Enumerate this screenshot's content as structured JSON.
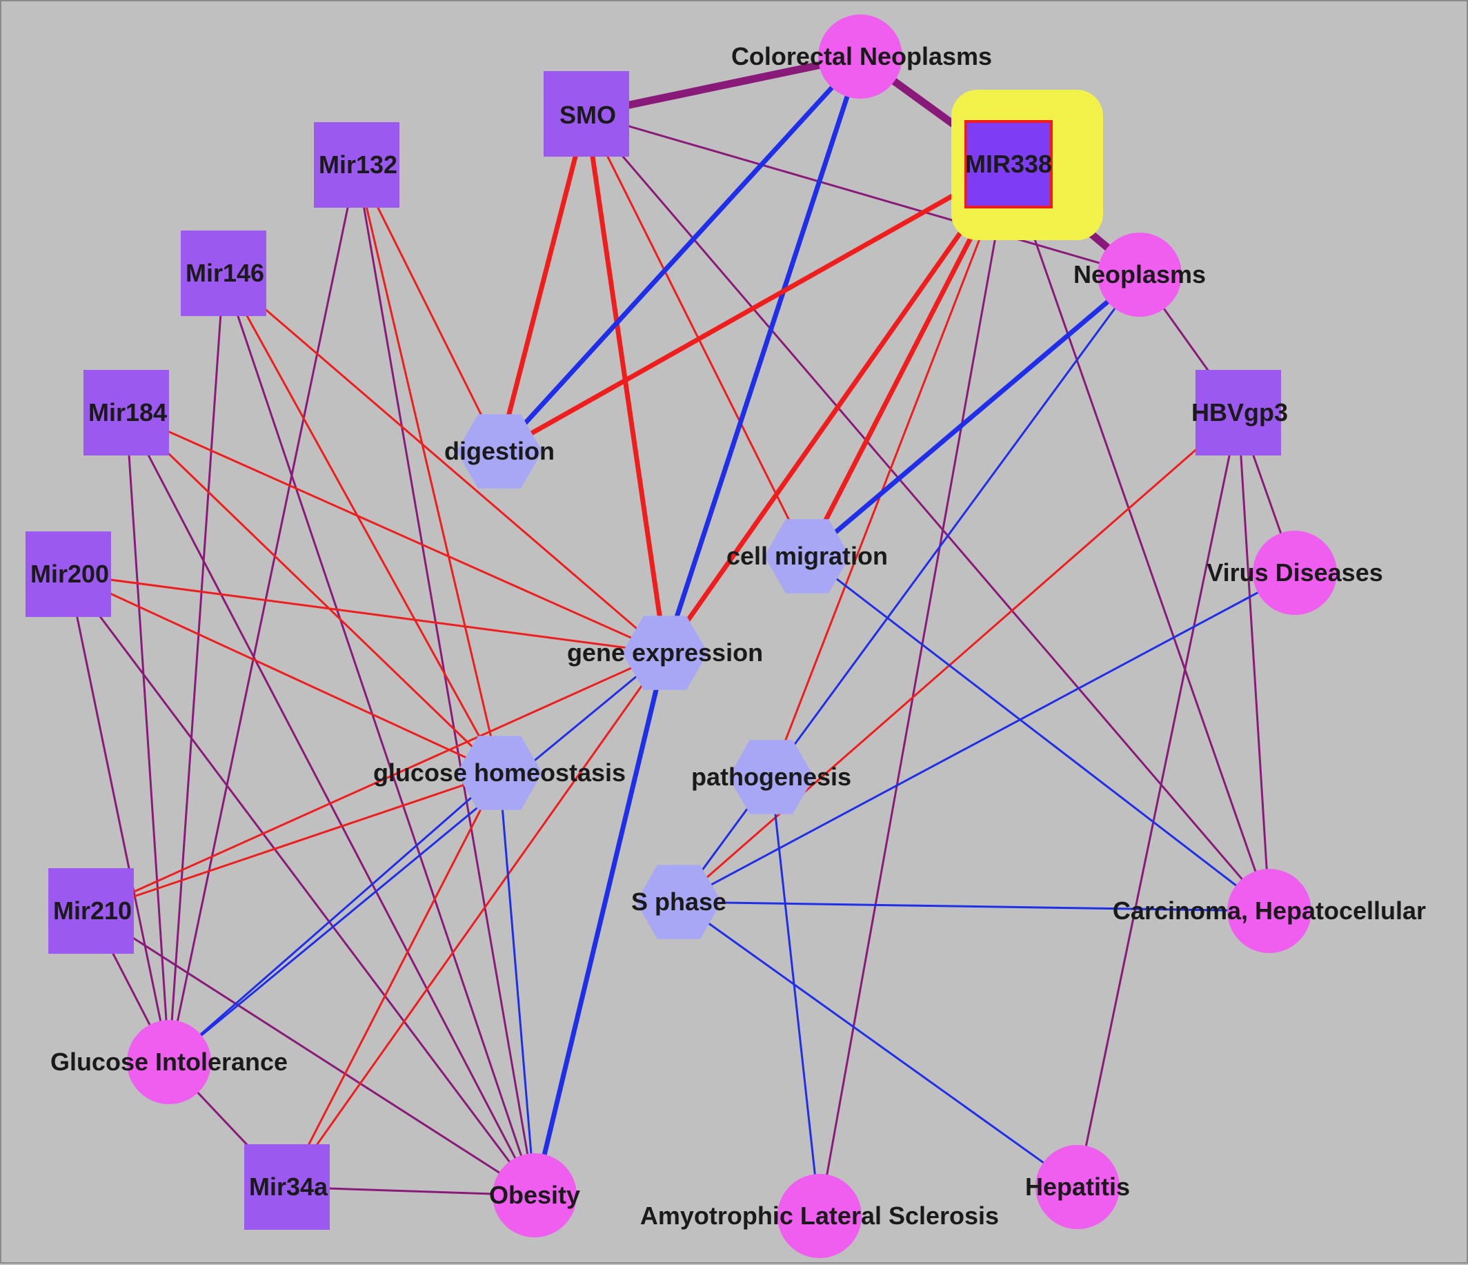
{
  "colors": {
    "background": "#c0c0c0",
    "gene_node": "#9b59f0",
    "disease_node": "#f05ef0",
    "process_node": "#a7a7f5",
    "highlight": "#f2f24a",
    "edge_red": "#f01d1d",
    "edge_blue": "#1f2ee8",
    "edge_purple": "#8a1a7a"
  },
  "nodes": [
    {
      "id": "SMO",
      "label": "SMO",
      "type": "gene"
    },
    {
      "id": "MIR338",
      "label": "MIR338",
      "type": "gene",
      "selected": true
    },
    {
      "id": "Mir132",
      "label": "Mir132",
      "type": "gene"
    },
    {
      "id": "Mir146",
      "label": "Mir146",
      "type": "gene"
    },
    {
      "id": "Mir184",
      "label": "Mir184",
      "type": "gene"
    },
    {
      "id": "Mir200",
      "label": "Mir200",
      "type": "gene"
    },
    {
      "id": "Mir210",
      "label": "Mir210",
      "type": "gene"
    },
    {
      "id": "Mir34a",
      "label": "Mir34a",
      "type": "gene"
    },
    {
      "id": "HBVgp3",
      "label": "HBVgp3",
      "type": "gene"
    },
    {
      "id": "ColorectalNeoplasms",
      "label": "Colorectal Neoplasms",
      "type": "disease"
    },
    {
      "id": "Neoplasms",
      "label": "Neoplasms",
      "type": "disease"
    },
    {
      "id": "VirusDiseases",
      "label": "Virus Diseases",
      "type": "disease"
    },
    {
      "id": "CarcinomaHepatocellular",
      "label": "Carcinoma, Hepatocellular",
      "type": "disease"
    },
    {
      "id": "Hepatitis",
      "label": "Hepatitis",
      "type": "disease"
    },
    {
      "id": "ALS",
      "label": "Amyotrophic Lateral Sclerosis",
      "type": "disease"
    },
    {
      "id": "Obesity",
      "label": "Obesity",
      "type": "disease"
    },
    {
      "id": "GlucoseIntolerance",
      "label": "Glucose Intolerance",
      "type": "disease"
    },
    {
      "id": "digestion",
      "label": "digestion",
      "type": "process"
    },
    {
      "id": "cellmigration",
      "label": "cell migration",
      "type": "process"
    },
    {
      "id": "geneexpression",
      "label": "gene expression",
      "type": "process"
    },
    {
      "id": "glucosehomeostasis",
      "label": "glucose homeostasis",
      "type": "process"
    },
    {
      "id": "pathogenesis",
      "label": "pathogenesis",
      "type": "process"
    },
    {
      "id": "Sphase",
      "label": "S phase",
      "type": "process"
    }
  ],
  "edges": [
    {
      "from": "SMO",
      "to": "ColorectalNeoplasms",
      "color": "purple",
      "weight": "heavy"
    },
    {
      "from": "ColorectalNeoplasms",
      "to": "MIR338",
      "color": "purple",
      "weight": "heavy"
    },
    {
      "from": "MIR338",
      "to": "Neoplasms",
      "color": "purple",
      "weight": "heavy"
    },
    {
      "from": "SMO",
      "to": "Neoplasms",
      "color": "purple",
      "weight": "thin"
    },
    {
      "from": "SMO",
      "to": "digestion",
      "color": "red",
      "weight": "medium"
    },
    {
      "from": "SMO",
      "to": "geneexpression",
      "color": "red",
      "weight": "medium"
    },
    {
      "from": "SMO",
      "to": "cellmigration",
      "color": "red",
      "weight": "thin"
    },
    {
      "from": "SMO",
      "to": "CarcinomaHepatocellular",
      "color": "purple",
      "weight": "thin"
    },
    {
      "from": "ColorectalNeoplasms",
      "to": "digestion",
      "color": "blue",
      "weight": "medium"
    },
    {
      "from": "ColorectalNeoplasms",
      "to": "geneexpression",
      "color": "blue",
      "weight": "medium"
    },
    {
      "from": "MIR338",
      "to": "digestion",
      "color": "red",
      "weight": "medium"
    },
    {
      "from": "MIR338",
      "to": "geneexpression",
      "color": "red",
      "weight": "medium"
    },
    {
      "from": "MIR338",
      "to": "cellmigration",
      "color": "red",
      "weight": "medium"
    },
    {
      "from": "MIR338",
      "to": "pathogenesis",
      "color": "red",
      "weight": "thin"
    },
    {
      "from": "MIR338",
      "to": "ALS",
      "color": "purple",
      "weight": "thin"
    },
    {
      "from": "MIR338",
      "to": "CarcinomaHepatocellular",
      "color": "purple",
      "weight": "thin"
    },
    {
      "from": "Neoplasms",
      "to": "cellmigration",
      "color": "blue",
      "weight": "medium"
    },
    {
      "from": "Neoplasms",
      "to": "Sphase",
      "color": "blue",
      "weight": "thin"
    },
    {
      "from": "Neoplasms",
      "to": "HBVgp3",
      "color": "purple",
      "weight": "thin"
    },
    {
      "from": "HBVgp3",
      "to": "VirusDiseases",
      "color": "purple",
      "weight": "thin"
    },
    {
      "from": "HBVgp3",
      "to": "CarcinomaHepatocellular",
      "color": "purple",
      "weight": "thin"
    },
    {
      "from": "HBVgp3",
      "to": "Hepatitis",
      "color": "purple",
      "weight": "thin"
    },
    {
      "from": "HBVgp3",
      "to": "Sphase",
      "color": "red",
      "weight": "thin"
    },
    {
      "from": "VirusDiseases",
      "to": "Sphase",
      "color": "blue",
      "weight": "thin"
    },
    {
      "from": "cellmigration",
      "to": "CarcinomaHepatocellular",
      "color": "blue",
      "weight": "thin"
    },
    {
      "from": "Sphase",
      "to": "CarcinomaHepatocellular",
      "color": "blue",
      "weight": "thin"
    },
    {
      "from": "Sphase",
      "to": "Hepatitis",
      "color": "blue",
      "weight": "thin"
    },
    {
      "from": "pathogenesis",
      "to": "ALS",
      "color": "blue",
      "weight": "thin"
    },
    {
      "from": "geneexpression",
      "to": "Obesity",
      "color": "blue",
      "weight": "medium"
    },
    {
      "from": "Mir132",
      "to": "digestion",
      "color": "red",
      "weight": "thin"
    },
    {
      "from": "Mir132",
      "to": "glucosehomeostasis",
      "color": "red",
      "weight": "thin"
    },
    {
      "from": "Mir132",
      "to": "Obesity",
      "color": "purple",
      "weight": "thin"
    },
    {
      "from": "Mir132",
      "to": "GlucoseIntolerance",
      "color": "purple",
      "weight": "thin"
    },
    {
      "from": "Mir146",
      "to": "geneexpression",
      "color": "red",
      "weight": "thin"
    },
    {
      "from": "Mir146",
      "to": "glucosehomeostasis",
      "color": "red",
      "weight": "thin"
    },
    {
      "from": "Mir146",
      "to": "Obesity",
      "color": "purple",
      "weight": "thin"
    },
    {
      "from": "Mir146",
      "to": "GlucoseIntolerance",
      "color": "purple",
      "weight": "thin"
    },
    {
      "from": "Mir184",
      "to": "geneexpression",
      "color": "red",
      "weight": "thin"
    },
    {
      "from": "Mir184",
      "to": "glucosehomeostasis",
      "color": "red",
      "weight": "thin"
    },
    {
      "from": "Mir184",
      "to": "Obesity",
      "color": "purple",
      "weight": "thin"
    },
    {
      "from": "Mir184",
      "to": "GlucoseIntolerance",
      "color": "purple",
      "weight": "thin"
    },
    {
      "from": "Mir200",
      "to": "geneexpression",
      "color": "red",
      "weight": "thin"
    },
    {
      "from": "Mir200",
      "to": "glucosehomeostasis",
      "color": "red",
      "weight": "thin"
    },
    {
      "from": "Mir200",
      "to": "Obesity",
      "color": "purple",
      "weight": "thin"
    },
    {
      "from": "Mir200",
      "to": "GlucoseIntolerance",
      "color": "purple",
      "weight": "thin"
    },
    {
      "from": "Mir210",
      "to": "geneexpression",
      "color": "red",
      "weight": "thin"
    },
    {
      "from": "Mir210",
      "to": "glucosehomeostasis",
      "color": "red",
      "weight": "thin"
    },
    {
      "from": "Mir210",
      "to": "Obesity",
      "color": "purple",
      "weight": "thin"
    },
    {
      "from": "Mir210",
      "to": "GlucoseIntolerance",
      "color": "purple",
      "weight": "thin"
    },
    {
      "from": "Mir34a",
      "to": "geneexpression",
      "color": "red",
      "weight": "thin"
    },
    {
      "from": "Mir34a",
      "to": "glucosehomeostasis",
      "color": "red",
      "weight": "thin"
    },
    {
      "from": "Mir34a",
      "to": "Obesity",
      "color": "purple",
      "weight": "thin"
    },
    {
      "from": "Mir34a",
      "to": "GlucoseIntolerance",
      "color": "purple",
      "weight": "thin"
    },
    {
      "from": "GlucoseIntolerance",
      "to": "glucosehomeostasis",
      "color": "blue",
      "weight": "thin"
    },
    {
      "from": "GlucoseIntolerance",
      "to": "geneexpression",
      "color": "blue",
      "weight": "thin"
    },
    {
      "from": "glucosehomeostasis",
      "to": "Obesity",
      "color": "blue",
      "weight": "thin"
    }
  ]
}
